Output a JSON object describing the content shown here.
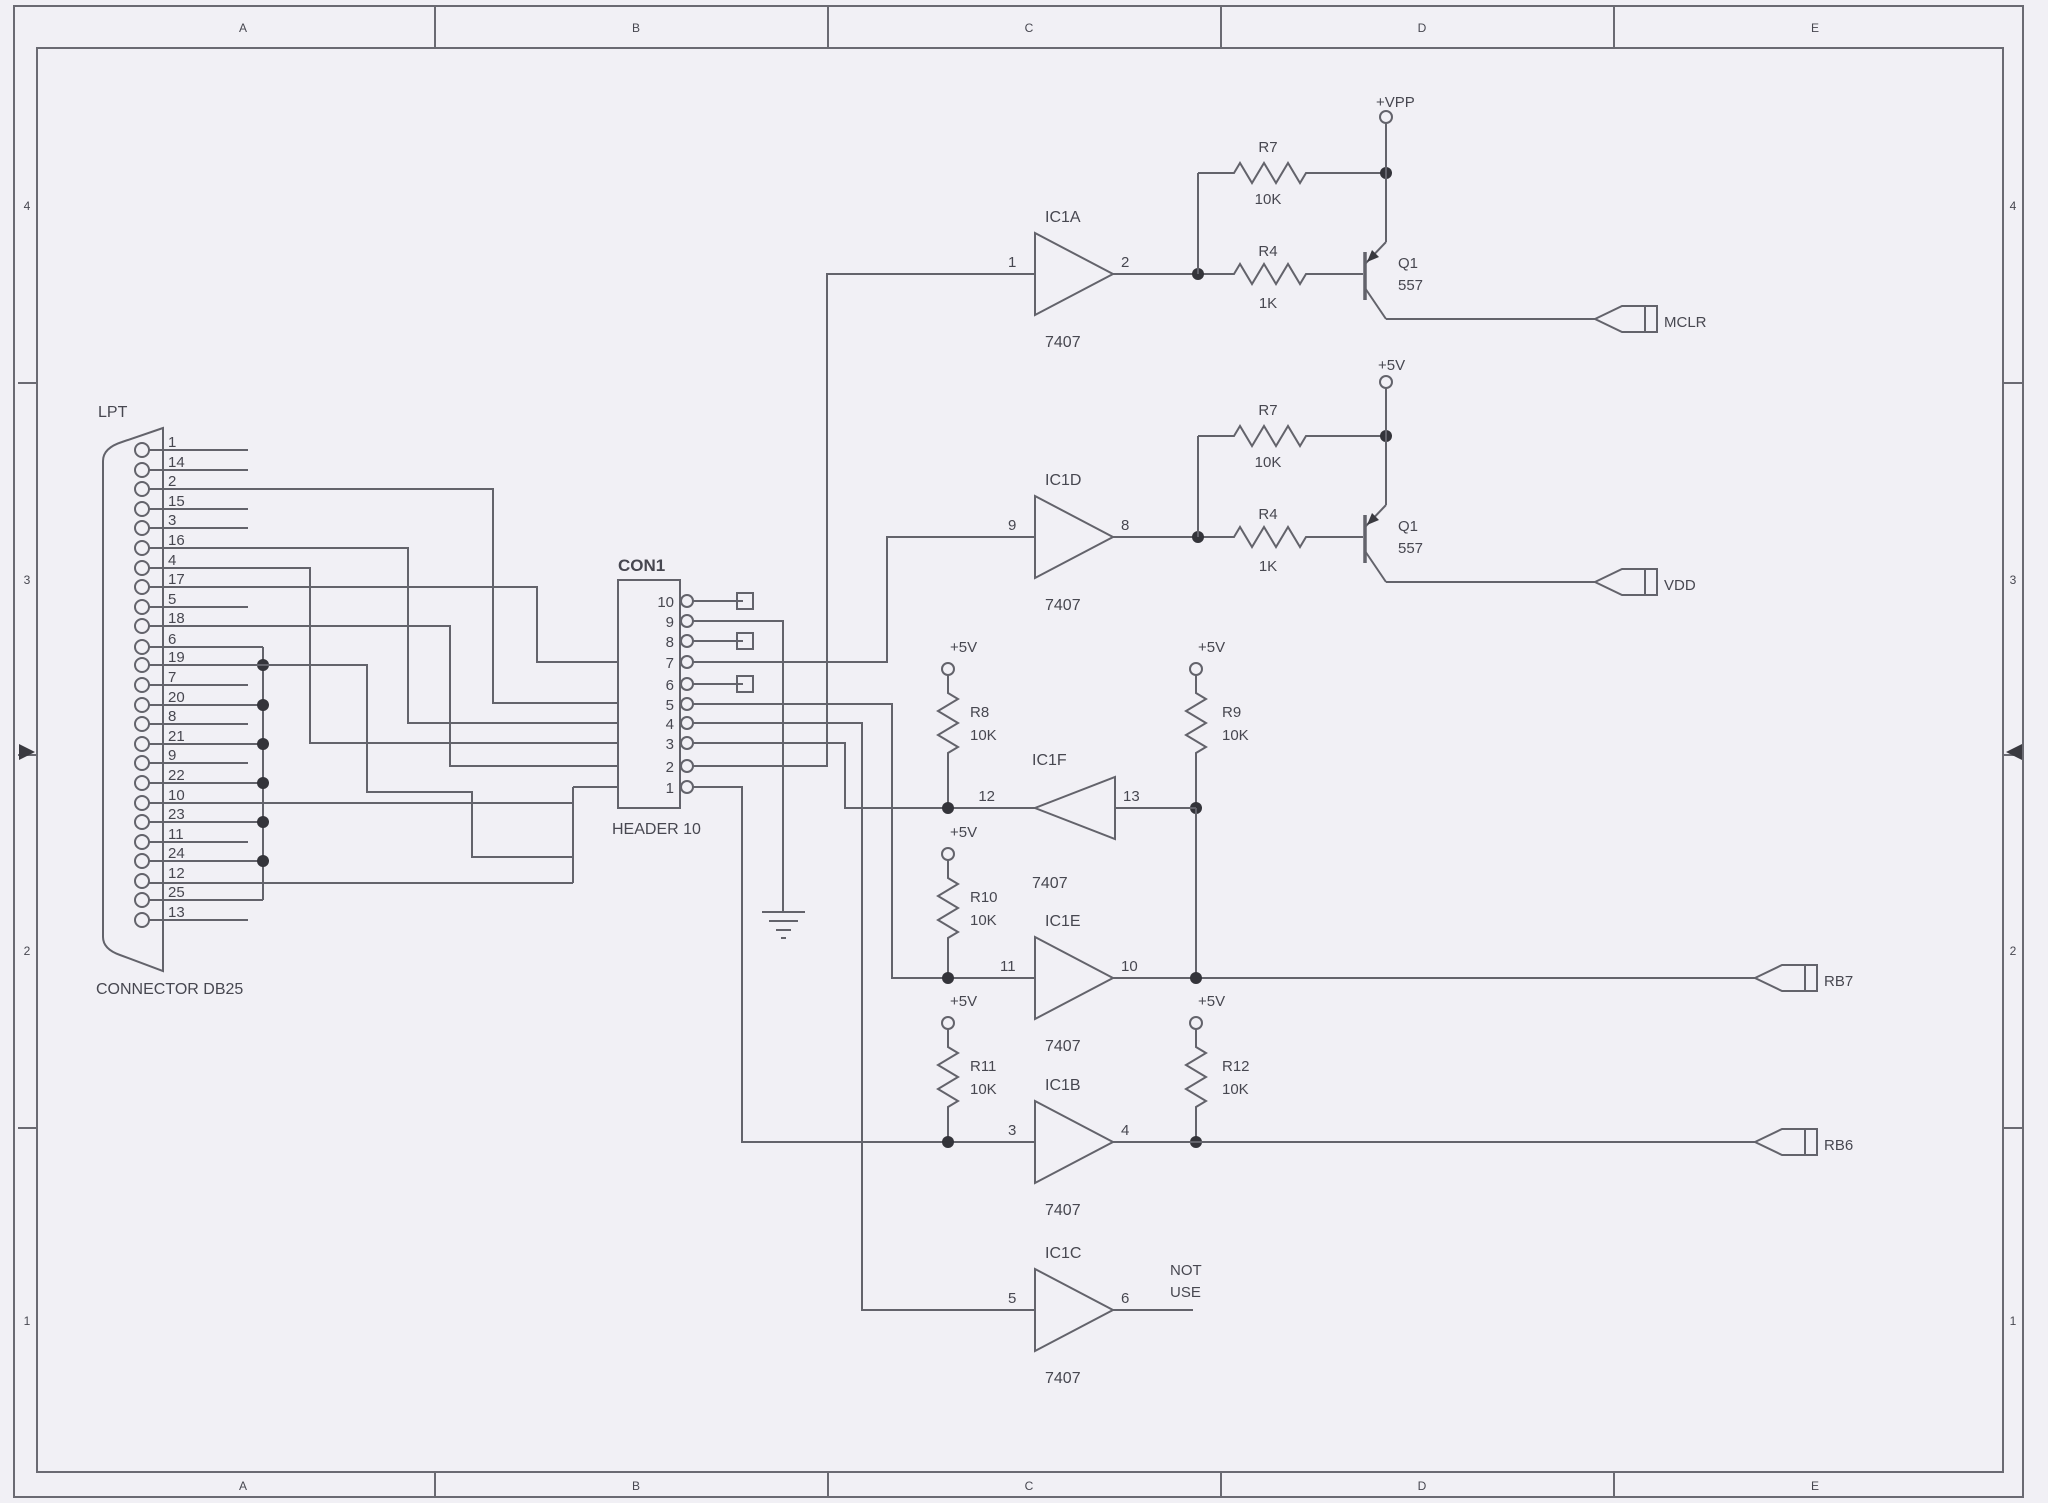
{
  "frame": {
    "zones_h": [
      "A",
      "B",
      "C",
      "D",
      "E"
    ],
    "zones_v": [
      "4",
      "3",
      "2",
      "1"
    ]
  },
  "db25": {
    "title": "LPT",
    "caption": "CONNECTOR DB25",
    "pins": [
      "1",
      "14",
      "2",
      "15",
      "3",
      "16",
      "4",
      "17",
      "5",
      "18",
      "6",
      "19",
      "7",
      "20",
      "8",
      "21",
      "9",
      "22",
      "10",
      "23",
      "11",
      "24",
      "12",
      "25",
      "13"
    ]
  },
  "con1": {
    "ref": "CON1",
    "caption": "HEADER 10",
    "pins": [
      "10",
      "9",
      "8",
      "7",
      "6",
      "5",
      "4",
      "3",
      "2",
      "1"
    ]
  },
  "gates": [
    {
      "ref": "IC1A",
      "part": "7407",
      "pin_in": "1",
      "pin_out": "2"
    },
    {
      "ref": "IC1D",
      "part": "7407",
      "pin_in": "9",
      "pin_out": "8"
    },
    {
      "ref": "IC1F",
      "part": "7407",
      "pin_in": "13",
      "pin_out": "12"
    },
    {
      "ref": "IC1E",
      "part": "7407",
      "pin_in": "11",
      "pin_out": "10"
    },
    {
      "ref": "IC1B",
      "part": "7407",
      "pin_in": "3",
      "pin_out": "4"
    },
    {
      "ref": "IC1C",
      "part": "7407",
      "pin_in": "5",
      "pin_out": "6"
    }
  ],
  "drivers": [
    {
      "feedback_r": "R7",
      "feedback_val": "10K",
      "series_r": "R4",
      "series_val": "1K",
      "q_ref": "Q1",
      "q_val": "557",
      "rail": "+VPP",
      "terminal": "MCLR"
    },
    {
      "feedback_r": "R7",
      "feedback_val": "10K",
      "series_r": "R4",
      "series_val": "1K",
      "q_ref": "Q1",
      "q_val": "557",
      "rail": "+5V",
      "terminal": "VDD"
    }
  ],
  "pullups": [
    {
      "ref": "R8",
      "value": "10K",
      "rail": "+5V"
    },
    {
      "ref": "R9",
      "value": "10K",
      "rail": "+5V"
    },
    {
      "ref": "R10",
      "value": "10K",
      "rail": "+5V"
    },
    {
      "ref": "R11",
      "value": "10K",
      "rail": "+5V"
    },
    {
      "ref": "R12",
      "value": "10K",
      "rail": "+5V"
    }
  ],
  "outputs": {
    "rb7": "RB7",
    "rb6": "RB6",
    "not_use_1": "NOT",
    "not_use_2": "USE"
  },
  "colors": {
    "paper": "#f1f0f5",
    "ink": "#63636b",
    "text": "#474750"
  }
}
